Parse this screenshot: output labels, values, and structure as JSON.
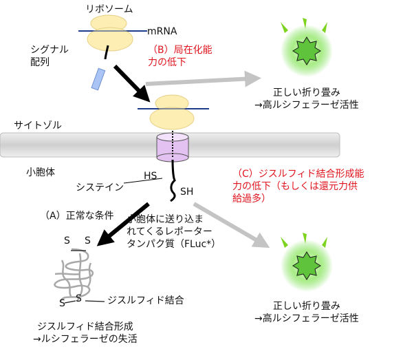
{
  "labels": {
    "ribosome": "リボソーム",
    "mrna": "mRNA",
    "signal_sequence": "シグナル\n配列",
    "cytosol": "サイトゾル",
    "er": "小胞体",
    "hs": "HS",
    "sh": "SH",
    "cysteine": "システイン",
    "normal_condition": "（A）正常な条件",
    "reporter": "小胞体に送り込ま\nれてくるレポーター\nタンパク質（FLuc*）",
    "s_top_left": "S",
    "s_top_right": "S",
    "s_bottom_left": "S",
    "s_bottom_right": "S",
    "disulfide_bond": "ジスルフィド結合",
    "outcome_a": "ジスルフィド結合形成\n→ルシフェラーゼの失活",
    "condition_b": "（B）局在化能\n力の低下",
    "outcome_b": "正しい折り畳み\n→高ルシフェラーゼ活性",
    "condition_c": "（C）ジスルフィド結合形成能\n力の低下（もしくは還元力供\n給過多）",
    "outcome_c": "正しい折り畳み\n→高ルシフェラーゼ活性"
  },
  "colors": {
    "ribosome_fill": "#fdefb3",
    "ribosome_stroke": "#e6cf86",
    "mrna_line": "#1e3a8a",
    "signal_fill": "#a9c4f5",
    "membrane_fill": "#d9d9d9",
    "channel_fill": "#e3c2f2",
    "arrow_black": "#000000",
    "arrow_gray": "#c4c4c4",
    "glow": "#7ee05a",
    "star_fill": "#5fc43b",
    "ray": "#7ed321",
    "warning_text": "#e0141e"
  },
  "icons": [
    "ribosome-icon",
    "translocon-channel-icon",
    "active-luciferase-icon",
    "misfolded-protein-icon"
  ]
}
